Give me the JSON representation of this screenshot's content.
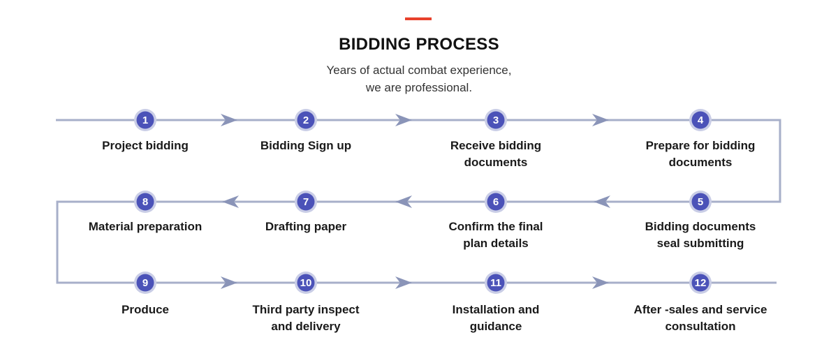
{
  "header": {
    "title": "BIDDING PROCESS",
    "subtitle_line1": "Years of actual combat experience,",
    "subtitle_line2": "we are professional."
  },
  "colors": {
    "accent": "#e8412c",
    "line": "#a7afc9",
    "arrow": "#8a94b8",
    "circle_fill": "#4b52b8",
    "circle_ring": "#c9cde6"
  },
  "steps": [
    {
      "number": "1",
      "label": "Project bidding"
    },
    {
      "number": "2",
      "label": "Bidding Sign up"
    },
    {
      "number": "3",
      "label": "Receive bidding\ndocuments"
    },
    {
      "number": "4",
      "label": "Prepare for bidding\ndocuments"
    },
    {
      "number": "5",
      "label": "Bidding documents\nseal submitting"
    },
    {
      "number": "6",
      "label": "Confirm the final\nplan details"
    },
    {
      "number": "7",
      "label": "Drafting paper"
    },
    {
      "number": "8",
      "label": "Material preparation"
    },
    {
      "number": "9",
      "label": "Produce"
    },
    {
      "number": "10",
      "label": "Third party inspect\nand delivery"
    },
    {
      "number": "11",
      "label": "Installation and\nguidance"
    },
    {
      "number": "12",
      "label": "After -sales and service\nconsultation"
    }
  ]
}
